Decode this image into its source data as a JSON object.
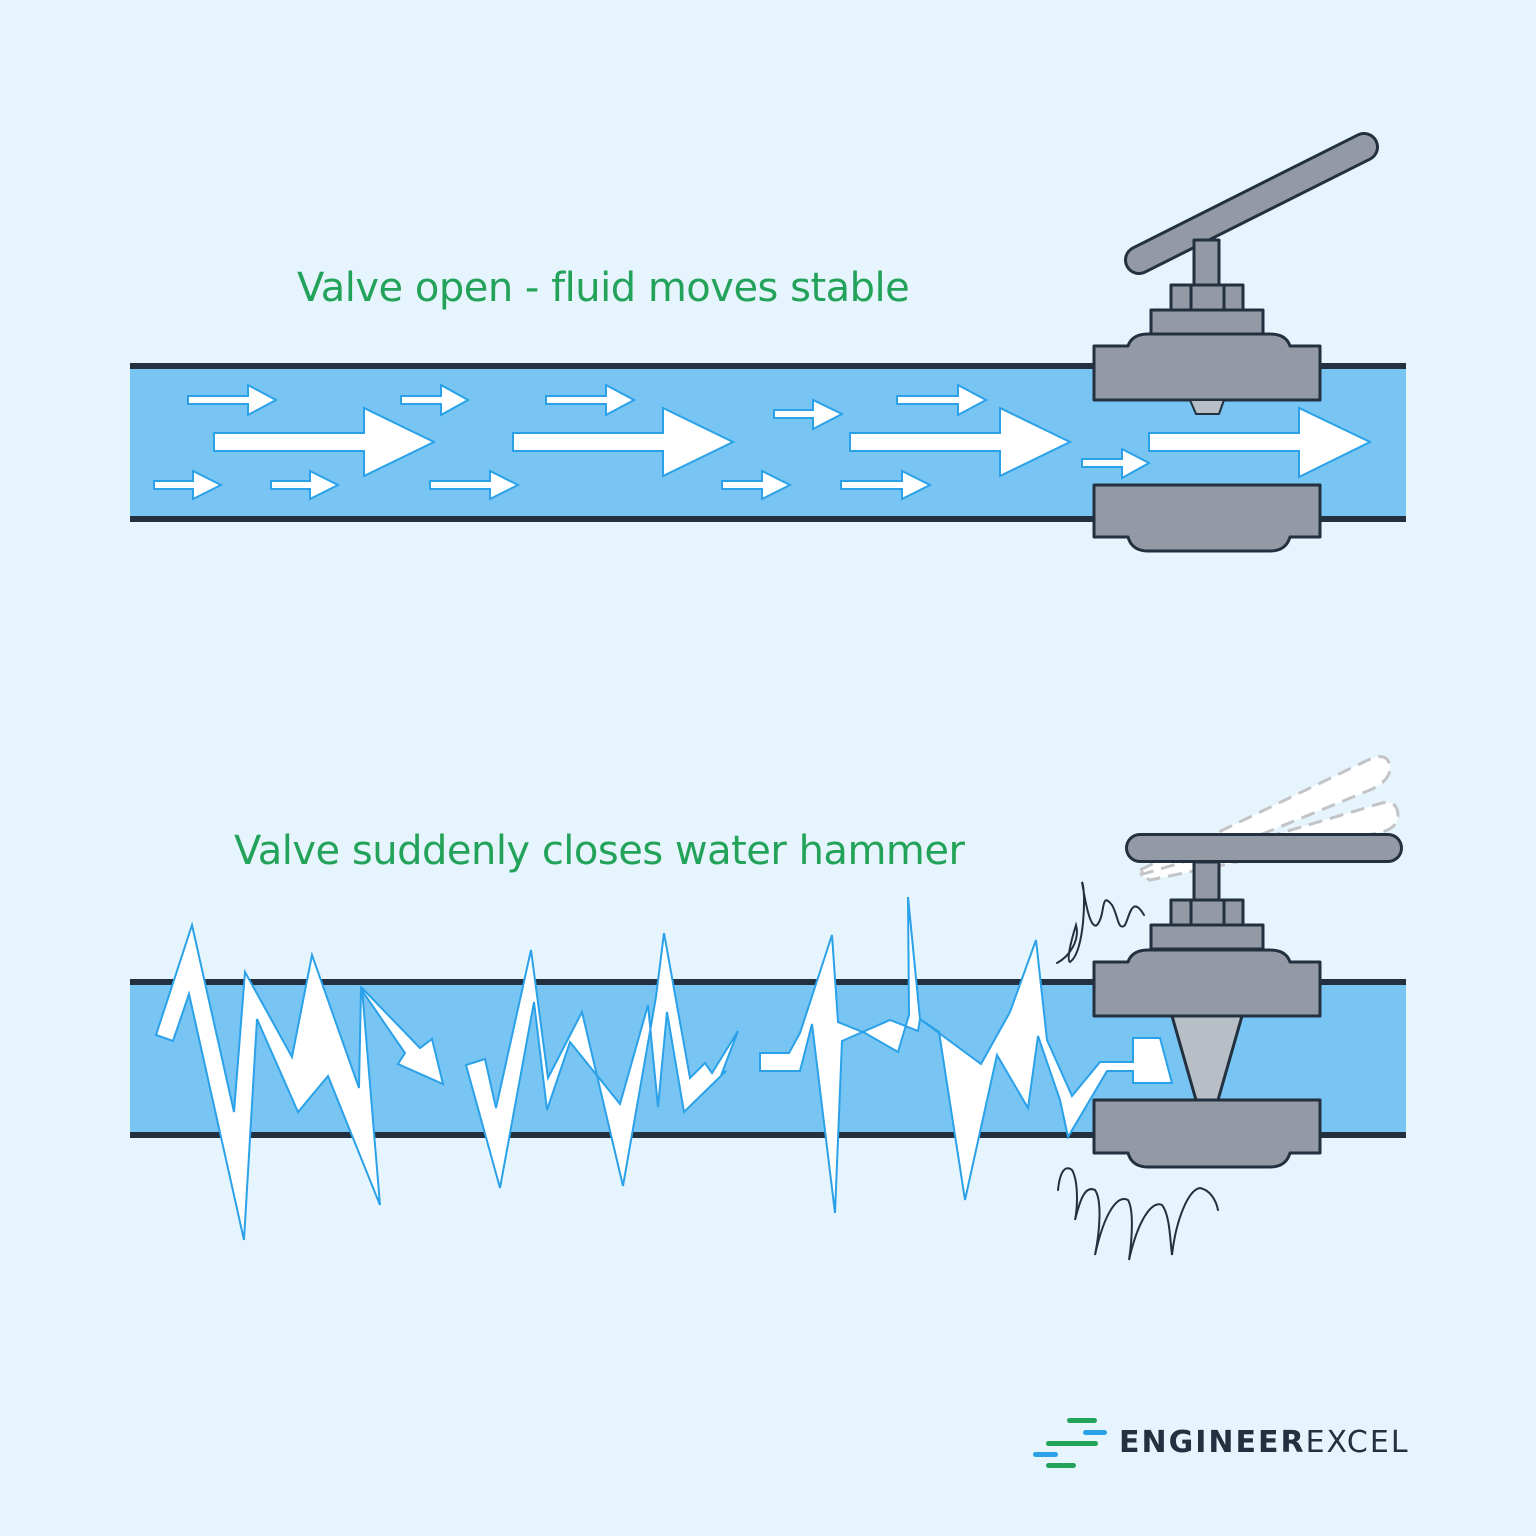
{
  "captions": {
    "top": "Valve open - fluid moves stable",
    "bottom": "Valve suddenly closes water hammer"
  },
  "brand": {
    "bold_part": "ENGINEER",
    "light_part": "EXCEL",
    "icon": "speed-lines-logo-icon"
  },
  "colors": {
    "background": "#e6f5fd",
    "fluid": "#78c5f3",
    "pipe_wall": "#22303f",
    "valve_body": "#939aa5",
    "valve_plug": "#b7bec6",
    "arrow_fill": "#ffffff",
    "arrow_stroke": "#2aa1e8",
    "caption_text": "#23a25a",
    "logo_green": "#23a25a",
    "logo_blue": "#2aa1e8",
    "ghost_handle_stroke": "#c2c4c7"
  },
  "scenes": [
    {
      "id": "open",
      "state": "valve-open",
      "flow": "steady-arrows"
    },
    {
      "id": "closed",
      "state": "valve-closed",
      "flow": "pressure-surge-zigzag",
      "effect": "vibration-lines"
    }
  ]
}
